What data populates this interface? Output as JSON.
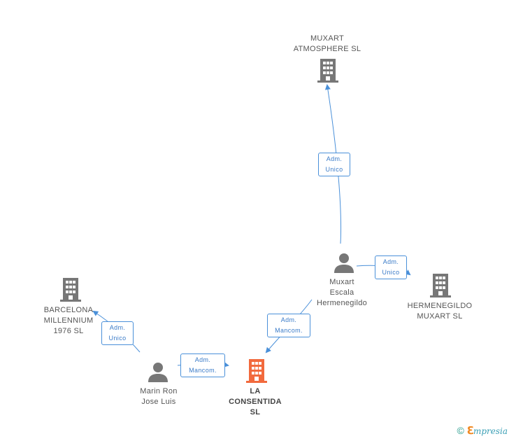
{
  "nodes": {
    "muxart_atmosphere": {
      "label": "MUXART\nATMOSPHERE SL",
      "type": "company"
    },
    "hermenegildo_muxart": {
      "label": "HERMENEGILDO\nMUXART SL",
      "type": "company"
    },
    "muxart_escala": {
      "label": "Muxart\nEscala\nHermenegildo",
      "type": "person"
    },
    "barcelona_millennium": {
      "label": "BARCELONA\nMILLENNIUM\n1976 SL",
      "type": "company"
    },
    "marin_ron": {
      "label": "Marin Ron\nJose Luis",
      "type": "person"
    },
    "la_consentida": {
      "label": "LA\nCONSENTIDA\nSL",
      "type": "company-main"
    }
  },
  "edges": {
    "e1": {
      "from": "muxart_escala",
      "to": "muxart_atmosphere",
      "label": "Adm.\nUnico"
    },
    "e2": {
      "from": "muxart_escala",
      "to": "hermenegildo_muxart",
      "label": "Adm.\nUnico"
    },
    "e3": {
      "from": "muxart_escala",
      "to": "la_consentida",
      "label": "Adm.\nMancom."
    },
    "e4": {
      "from": "marin_ron",
      "to": "barcelona_millennium",
      "label": "Adm.\nUnico"
    },
    "e5": {
      "from": "marin_ron",
      "to": "la_consentida",
      "label": "Adm.\nMancom."
    }
  },
  "colors": {
    "edge": "#4a90d9",
    "icon": "#777777",
    "main_icon": "#f26a3d"
  },
  "footer": {
    "copyright": "©",
    "brand_first": "ℇ",
    "brand_rest": "mpresia"
  }
}
